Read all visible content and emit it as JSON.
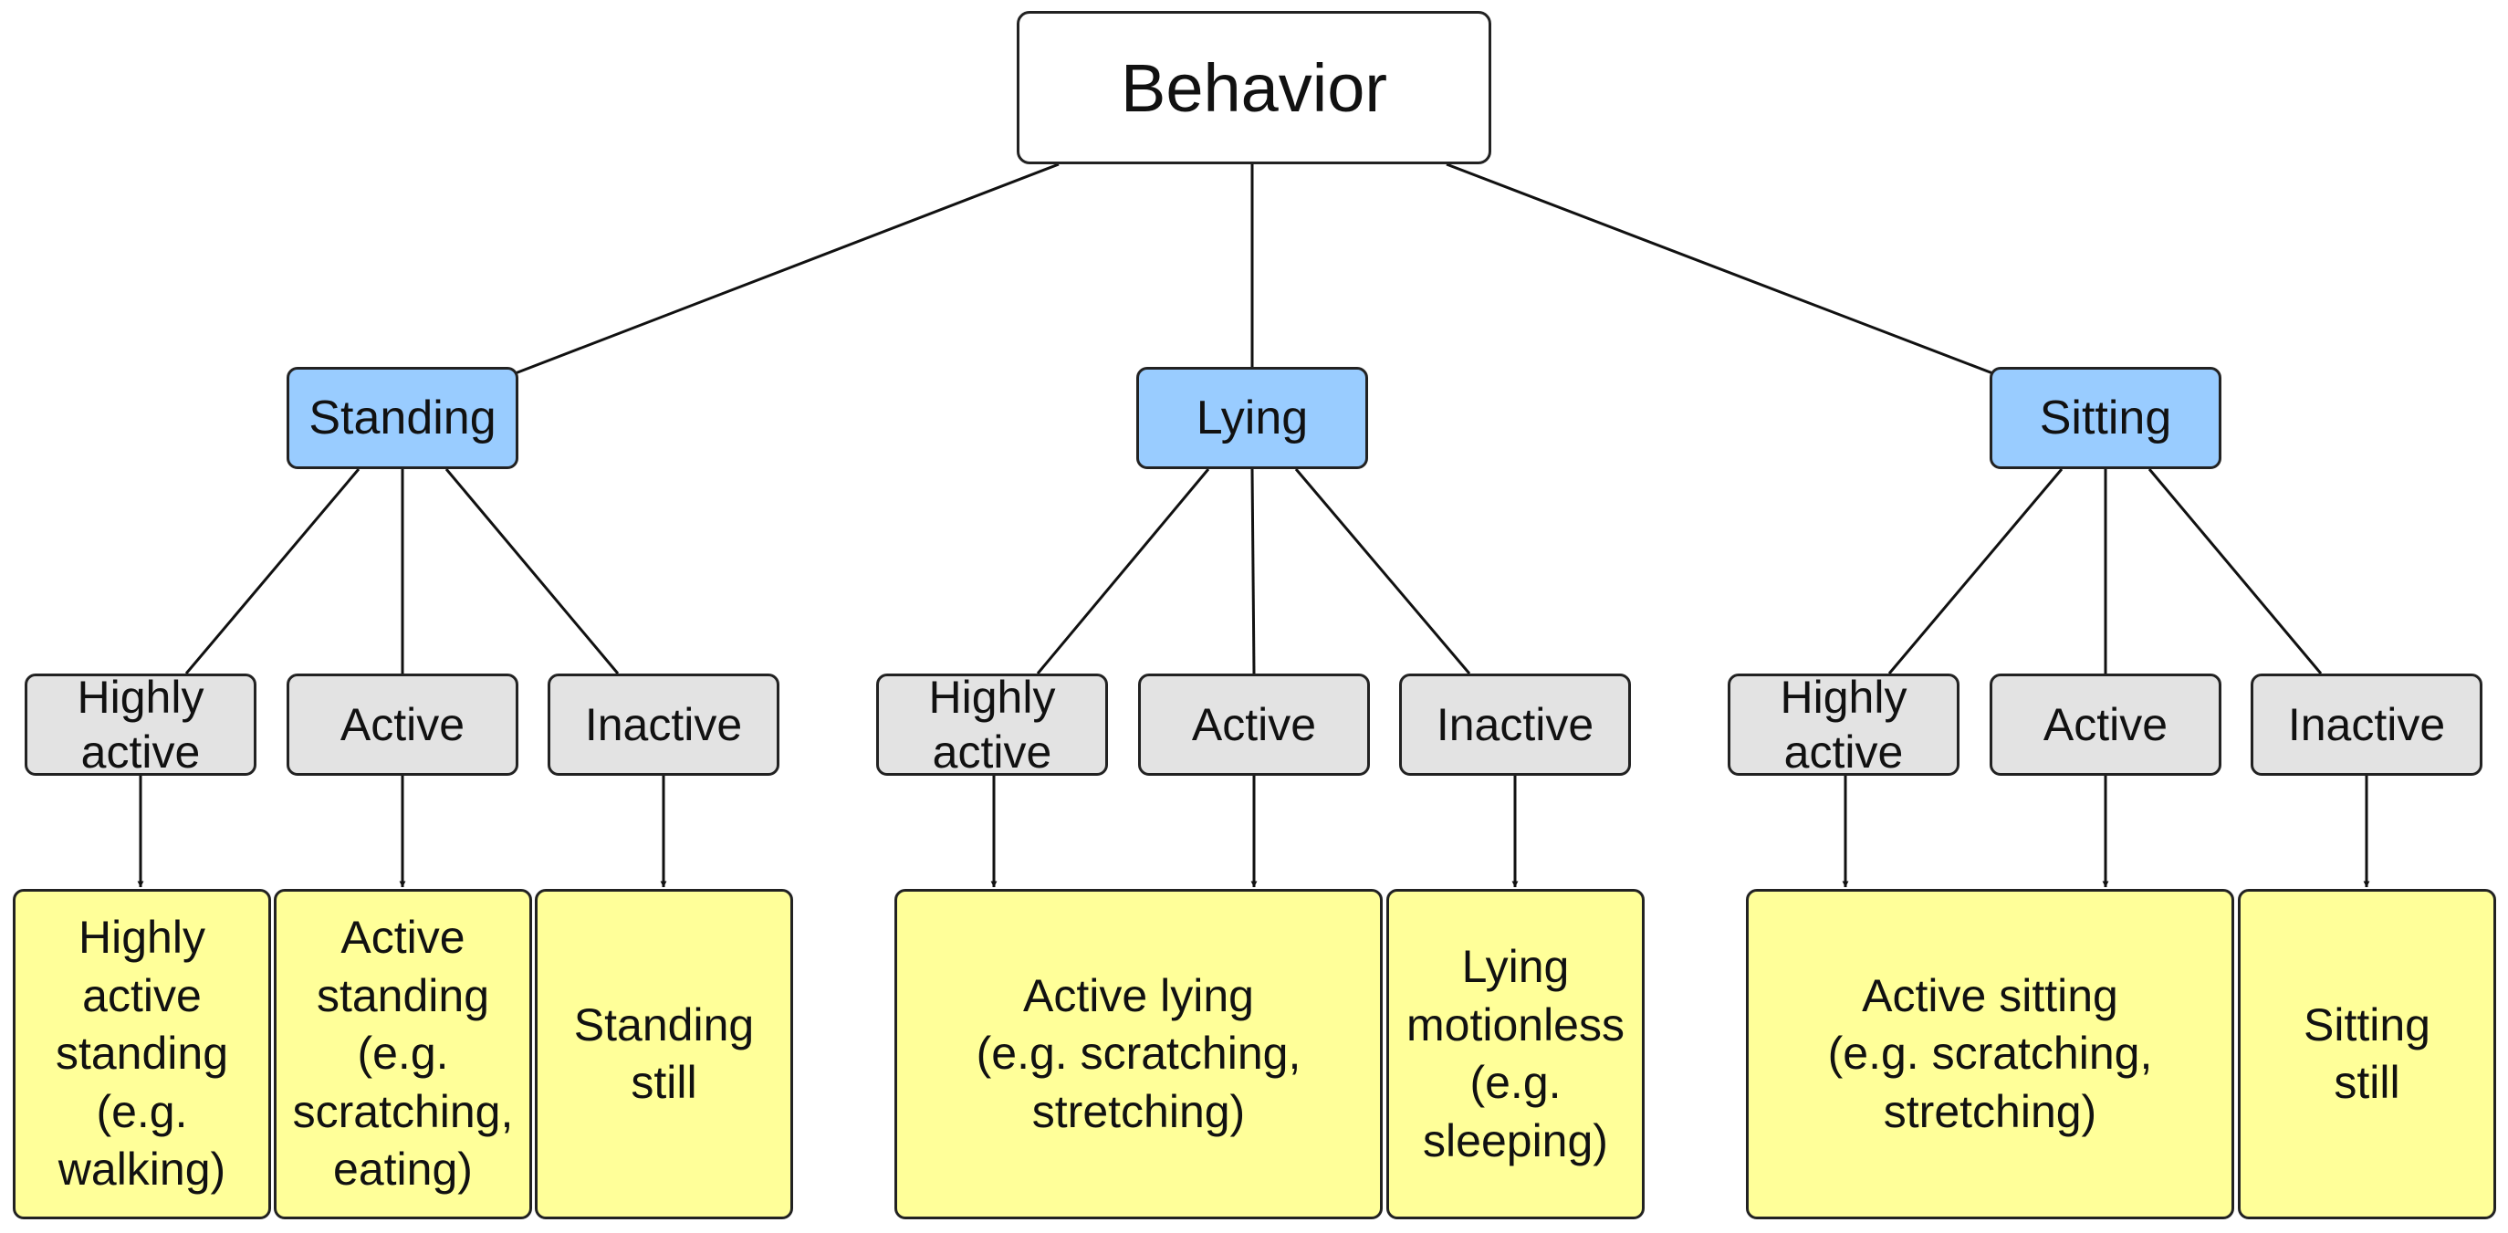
{
  "root": {
    "label": "Behavior"
  },
  "categories": [
    {
      "id": "standing",
      "label": "Standing",
      "levels": [
        {
          "label": "Highly\nactive",
          "outcome": "highly-active-standing"
        },
        {
          "label": "Active",
          "outcome": "active-standing"
        },
        {
          "label": "Inactive",
          "outcome": "standing-still"
        }
      ]
    },
    {
      "id": "lying",
      "label": "Lying",
      "levels": [
        {
          "label": "Highly\nactive",
          "outcome": "active-lying"
        },
        {
          "label": "Active",
          "outcome": "active-lying"
        },
        {
          "label": "Inactive",
          "outcome": "lying-motionless"
        }
      ]
    },
    {
      "id": "sitting",
      "label": "Sitting",
      "levels": [
        {
          "label": "Highly\nactive",
          "outcome": "active-sitting"
        },
        {
          "label": "Active",
          "outcome": "active-sitting"
        },
        {
          "label": "Inactive",
          "outcome": "sitting-still"
        }
      ]
    }
  ],
  "outcomes": [
    {
      "id": "highly-active-standing",
      "label": "Highly\nactive\nstanding\n(e.g.\nwalking)"
    },
    {
      "id": "active-standing",
      "label": "Active\nstanding\n(e.g.\nscratching,\neating)"
    },
    {
      "id": "standing-still",
      "label": "Standing\nstill"
    },
    {
      "id": "active-lying",
      "label": "Active lying\n(e.g. scratching,\nstretching)"
    },
    {
      "id": "lying-motionless",
      "label": "Lying\nmotionless\n(e.g.\nsleeping)"
    },
    {
      "id": "active-sitting",
      "label": "Active sitting\n(e.g. scratching,\nstretching)"
    },
    {
      "id": "sitting-still",
      "label": "Sitting\nstill"
    }
  ],
  "colors": {
    "root_fill": "#ffffff",
    "category_fill": "#99ccff",
    "level_fill": "#e3e3e3",
    "outcome_fill": "#ffff99",
    "stroke": "#222222"
  }
}
